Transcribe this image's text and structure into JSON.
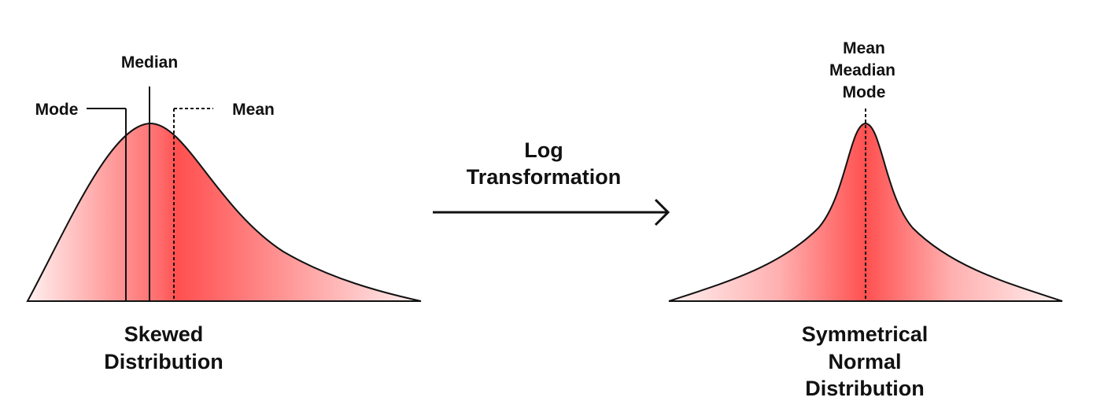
{
  "skewed": {
    "labels": {
      "median": "Median",
      "mode": "Mode",
      "mean": "Mean"
    },
    "caption": [
      "Skewed",
      "Distribution"
    ]
  },
  "transform": {
    "label": [
      "Log",
      "Transformation"
    ]
  },
  "symmetric": {
    "peak_labels": [
      "Mean",
      "Meadian",
      "Mode"
    ],
    "caption": [
      "Symmetrical",
      "Normal",
      "Distribution"
    ]
  },
  "colors": {
    "fill_peak": "#ff5050",
    "fill_edge": "#fff0f0",
    "stroke": "#111111"
  }
}
